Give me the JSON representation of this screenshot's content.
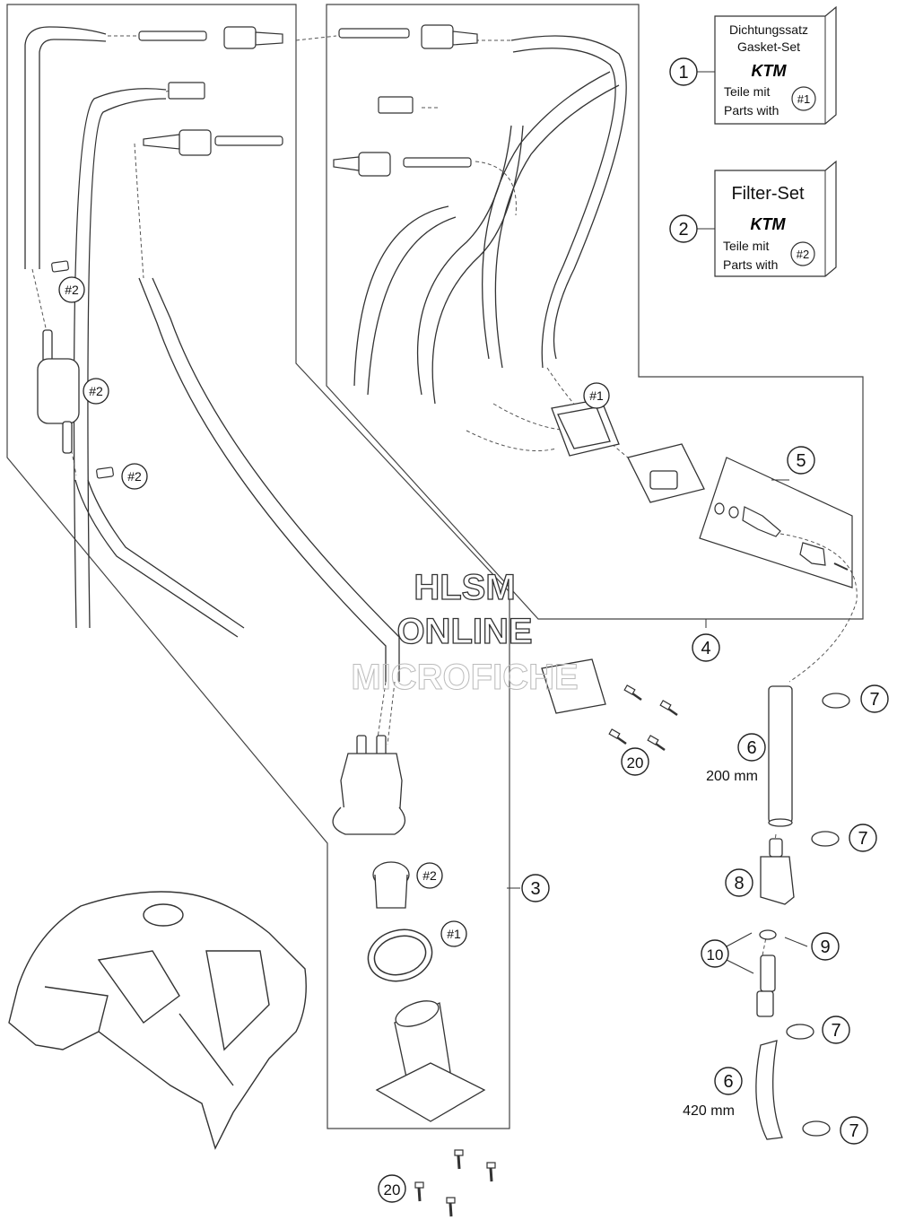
{
  "callouts": {
    "c1": "1",
    "c2": "2",
    "c3": "3",
    "c4": "4",
    "c5": "5",
    "c6a": "6",
    "c6b": "6",
    "c7a": "7",
    "c7b": "7",
    "c7c": "7",
    "c7d": "7",
    "c8": "8",
    "c9": "9",
    "c10": "10",
    "c20a": "20",
    "c20b": "20"
  },
  "set_refs": {
    "r_p1": "#1",
    "r_p2": "#1",
    "r_f1": "#2",
    "r_f2": "#2",
    "r_f3": "#2",
    "r_f4": "#2"
  },
  "dimensions": {
    "hose_upper": "200 mm",
    "hose_lower": "420 mm"
  },
  "kits": {
    "gasket": {
      "title_de": "Dichtungssatz",
      "title_en": "Gasket-Set",
      "brand": "KTM",
      "teile": "Teile mit",
      "parts": "Parts with",
      "ref": "#1"
    },
    "filter": {
      "title": "Filter-Set",
      "brand": "KTM",
      "teile": "Teile mit",
      "parts": "Parts with",
      "ref": "#2"
    }
  },
  "watermark": {
    "line1": "HLSM",
    "line2": "ONLINE",
    "line3": "MICROFICHE"
  }
}
